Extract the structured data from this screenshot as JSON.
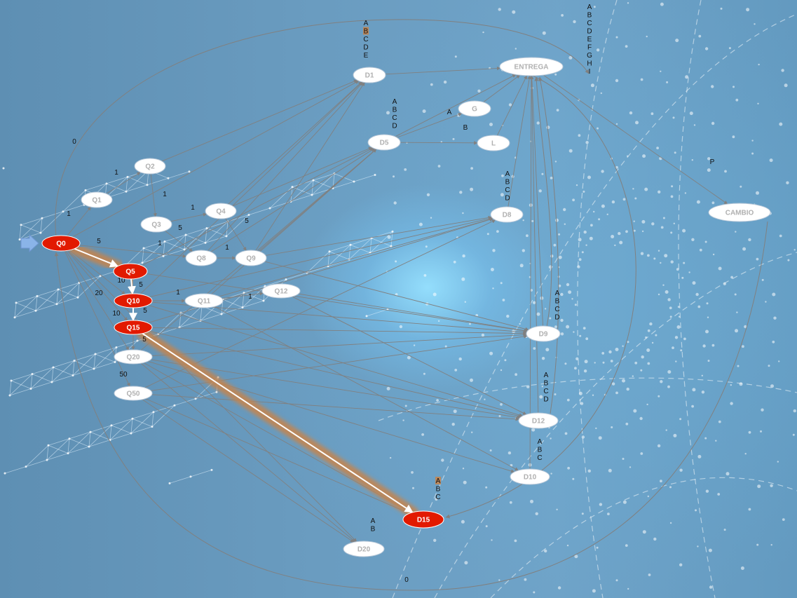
{
  "colors": {
    "node_fill": "#ffffff",
    "node_text": "#b0b0b0",
    "active_fill": "#e21a00",
    "active_text": "#ffffff",
    "edge": "#808080",
    "highlight_glow": "#c8844a",
    "highlight_line": "#ffffff",
    "start_arrow": "#8ab4e8"
  },
  "icons": {
    "start": "start-arrow-icon"
  },
  "nodes": [
    {
      "id": "Q0",
      "label": "Q0",
      "active": true
    },
    {
      "id": "Q1",
      "label": "Q1"
    },
    {
      "id": "Q2",
      "label": "Q2"
    },
    {
      "id": "Q3",
      "label": "Q3"
    },
    {
      "id": "Q4",
      "label": "Q4"
    },
    {
      "id": "Q5",
      "label": "Q5",
      "active": true
    },
    {
      "id": "Q8",
      "label": "Q8"
    },
    {
      "id": "Q9",
      "label": "Q9"
    },
    {
      "id": "Q10",
      "label": "Q10",
      "active": true
    },
    {
      "id": "Q11",
      "label": "Q11"
    },
    {
      "id": "Q12",
      "label": "Q12"
    },
    {
      "id": "Q15",
      "label": "Q15",
      "active": true
    },
    {
      "id": "Q20",
      "label": "Q20"
    },
    {
      "id": "Q50",
      "label": "Q50"
    },
    {
      "id": "D1",
      "label": "D1"
    },
    {
      "id": "D5",
      "label": "D5"
    },
    {
      "id": "G",
      "label": "G"
    },
    {
      "id": "L",
      "label": "L"
    },
    {
      "id": "ENTREGA",
      "label": "ENTREGA"
    },
    {
      "id": "D8",
      "label": "D8"
    },
    {
      "id": "D9",
      "label": "D9"
    },
    {
      "id": "D12",
      "label": "D12"
    },
    {
      "id": "D10",
      "label": "D10"
    },
    {
      "id": "D15",
      "label": "D15",
      "active": true
    },
    {
      "id": "D20",
      "label": "D20"
    },
    {
      "id": "CAMBIO",
      "label": "CAMBIO"
    }
  ],
  "edges": [
    {
      "from": "Q0",
      "to": "Q1",
      "label": "1"
    },
    {
      "from": "Q1",
      "to": "Q2",
      "label": "1"
    },
    {
      "from": "Q2",
      "to": "Q3",
      "label": "1"
    },
    {
      "from": "Q3",
      "to": "Q4",
      "label": "1"
    },
    {
      "from": "Q4",
      "to": "Q9",
      "label": "5"
    },
    {
      "from": "Q3",
      "to": "Q8",
      "label": "5"
    },
    {
      "from": "Q8",
      "to": "Q9",
      "label": "1"
    },
    {
      "from": "Q0",
      "to": "Q5",
      "label": "5",
      "highlight": true
    },
    {
      "from": "Q5",
      "to": "Q10",
      "label": "5",
      "highlight": true
    },
    {
      "from": "Q10",
      "to": "Q15",
      "label": "5",
      "highlight": true
    },
    {
      "from": "Q15",
      "to": "D15",
      "label": "",
      "highlight": true
    },
    {
      "from": "Q10",
      "to": "Q11",
      "label": "1"
    },
    {
      "from": "Q11",
      "to": "Q12",
      "label": "1"
    },
    {
      "from": "Q15",
      "to": "Q20",
      "label": "5"
    },
    {
      "from": "Q0",
      "to": "Q10",
      "label": "10"
    },
    {
      "from": "Q0",
      "to": "Q15",
      "label": "10"
    },
    {
      "from": "Q0",
      "to": "Q20",
      "label": "20"
    },
    {
      "from": "Q0",
      "to": "Q50",
      "label": "50"
    },
    {
      "from": "Q0",
      "to": "Q8",
      "label": "1"
    },
    {
      "from": "Q0",
      "to": "D1",
      "label": ""
    },
    {
      "from": "Q0",
      "to": "D20",
      "label": ""
    },
    {
      "from": "Q2",
      "to": "D1",
      "label": ""
    },
    {
      "from": "Q4",
      "to": "D1",
      "label": ""
    },
    {
      "from": "Q4",
      "to": "D5",
      "label": ""
    },
    {
      "from": "Q8",
      "to": "D1",
      "label": ""
    },
    {
      "from": "Q8",
      "to": "D5",
      "label": ""
    },
    {
      "from": "Q9",
      "to": "D1",
      "label": ""
    },
    {
      "from": "Q9",
      "to": "D5",
      "label": ""
    },
    {
      "from": "Q9",
      "to": "D8",
      "label": ""
    },
    {
      "from": "Q9",
      "to": "D9",
      "label": ""
    },
    {
      "from": "Q5",
      "to": "D5",
      "label": ""
    },
    {
      "from": "Q5",
      "to": "D9",
      "label": ""
    },
    {
      "from": "Q10",
      "to": "D1",
      "label": ""
    },
    {
      "from": "Q10",
      "to": "D8",
      "label": ""
    },
    {
      "from": "Q10",
      "to": "D9",
      "label": ""
    },
    {
      "from": "Q10",
      "to": "D12",
      "label": ""
    },
    {
      "from": "Q11",
      "to": "D5",
      "label": ""
    },
    {
      "from": "Q11",
      "to": "D8",
      "label": ""
    },
    {
      "from": "Q11",
      "to": "D10",
      "label": ""
    },
    {
      "from": "Q12",
      "to": "D9",
      "label": ""
    },
    {
      "from": "Q12",
      "to": "D12",
      "label": ""
    },
    {
      "from": "Q15",
      "to": "D8",
      "label": ""
    },
    {
      "from": "Q15",
      "to": "D9",
      "label": ""
    },
    {
      "from": "Q15",
      "to": "D12",
      "label": ""
    },
    {
      "from": "Q20",
      "to": "D5",
      "label": ""
    },
    {
      "from": "Q20",
      "to": "D9",
      "label": ""
    },
    {
      "from": "Q20",
      "to": "D12",
      "label": ""
    },
    {
      "from": "Q20",
      "to": "D10",
      "label": ""
    },
    {
      "from": "Q20",
      "to": "D15",
      "label": ""
    },
    {
      "from": "Q20",
      "to": "D20",
      "label": ""
    },
    {
      "from": "Q50",
      "to": "D9",
      "label": ""
    },
    {
      "from": "Q50",
      "to": "D12",
      "label": ""
    },
    {
      "from": "Q50",
      "to": "D8",
      "label": ""
    },
    {
      "from": "Q50",
      "to": "D15",
      "label": ""
    },
    {
      "from": "Q50",
      "to": "D20",
      "label": ""
    },
    {
      "from": "D1",
      "to": "ENTREGA",
      "label": ""
    },
    {
      "from": "D5",
      "to": "G",
      "label": "A"
    },
    {
      "from": "D5",
      "to": "L",
      "label": "B"
    },
    {
      "from": "G",
      "to": "ENTREGA",
      "label": ""
    },
    {
      "from": "L",
      "to": "ENTREGA",
      "label": ""
    },
    {
      "from": "D5",
      "to": "ENTREGA",
      "label": ""
    },
    {
      "from": "D8",
      "to": "ENTREGA",
      "label": ""
    },
    {
      "from": "D9",
      "to": "ENTREGA",
      "label": ""
    },
    {
      "from": "D12",
      "to": "ENTREGA",
      "label": ""
    },
    {
      "from": "D10",
      "to": "ENTREGA",
      "label": ""
    },
    {
      "from": "ENTREGA",
      "to": "CAMBIO",
      "label": ""
    }
  ],
  "curves": [
    {
      "label": "0"
    },
    {
      "label": "P"
    },
    {
      "label": "0"
    },
    {
      "label": ""
    },
    {
      "label": ""
    }
  ],
  "option_stacks": [
    {
      "node": "D1",
      "letters": [
        "A",
        "B",
        "C",
        "D",
        "E"
      ],
      "marked": "B"
    },
    {
      "node": "ENTREGA",
      "letters": [
        "A",
        "B",
        "C",
        "D",
        "E",
        "F",
        "G",
        "H",
        "I"
      ]
    },
    {
      "node": "D5",
      "letters": [
        "A",
        "B",
        "C",
        "D"
      ]
    },
    {
      "node": "D8",
      "letters": [
        "A",
        "B",
        "C",
        "D"
      ]
    },
    {
      "node": "D9",
      "letters": [
        "A",
        "B",
        "C",
        "D"
      ]
    },
    {
      "node": "D12",
      "letters": [
        "A",
        "B",
        "C",
        "D"
      ]
    },
    {
      "node": "D10",
      "letters": [
        "A",
        "B",
        "C"
      ]
    },
    {
      "node": "D15",
      "letters": [
        "A",
        "B",
        "C"
      ],
      "marked": "A"
    },
    {
      "node": "D20",
      "letters": [
        "A",
        "B"
      ]
    }
  ]
}
